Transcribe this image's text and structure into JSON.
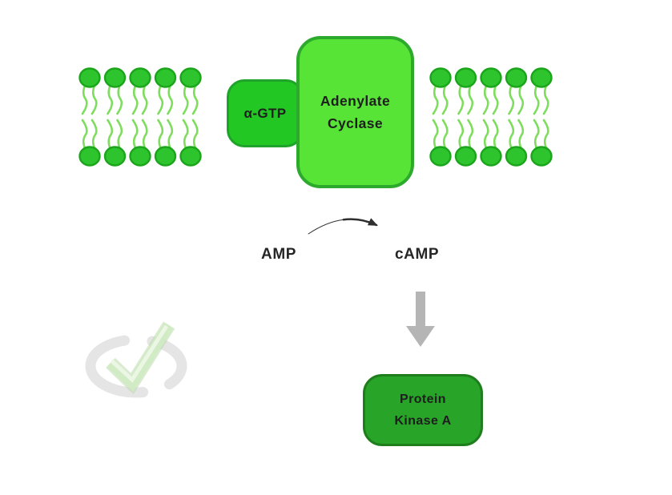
{
  "labels": {
    "alpha_gtp": "α-GTP",
    "adenylate_cyclase": [
      "Adenylate",
      "Cyclase"
    ],
    "amp": "AMP",
    "camp": "cAMP",
    "protein_kinase_a": [
      "Protein",
      "Kinase A"
    ]
  },
  "icons": {
    "watermark": "checkmark-in-circular-arrow",
    "membrane": "phospholipid-bilayer",
    "reaction_arrow": "curved-arrow-right",
    "activation_arrow": "thick-arrow-down"
  },
  "colors": {
    "page_bg": "#ffffff",
    "text_dark": "#1e1e1e",
    "substrate_text": "#262626",
    "lipid_head_fill": "#2dc42d",
    "lipid_head_stroke": "#1ca51c",
    "lipid_tail": "#7edd5d",
    "alpha_gtp_fill": "#23c723",
    "alpha_gtp_stroke": "#1fa32a",
    "adenylate_fill": "#58e437",
    "adenylate_stroke": "#2daa2d",
    "pka_fill": "#28a428",
    "pka_stroke": "#1e7e1e",
    "reaction_arrow": "#2f2f2f",
    "activation_arrow": "#b5b5b5",
    "watermark_gray": "#e4e4e4",
    "watermark_green": "#cdeac0",
    "watermark_green_edge": "#b9d9ab",
    "watermark_green_highlight": "#edf8e7"
  }
}
